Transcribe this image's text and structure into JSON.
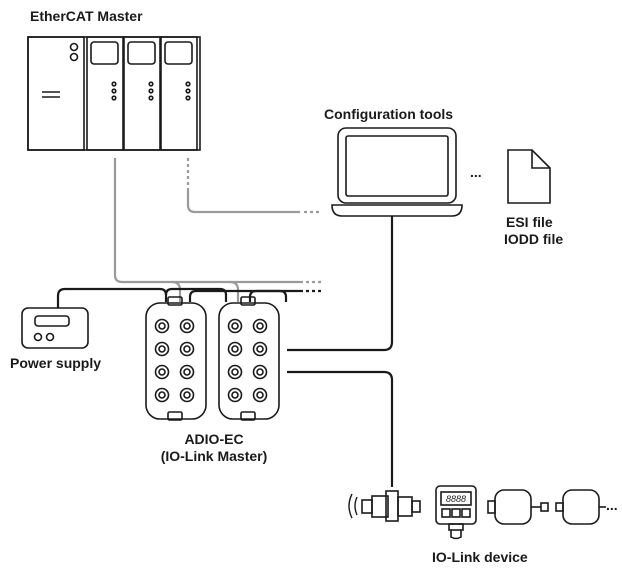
{
  "labels": {
    "ethercat_master": "EtherCAT Master",
    "config_tools": "Configuration tools",
    "esi_file": "ESI file",
    "iodd_file": "IODD file",
    "ellipsis_config": "...",
    "power_supply": "Power supply",
    "adio_line1": "ADIO-EC",
    "adio_line2": "(IO-Link Master)",
    "device_8888": "8888",
    "ellipsis_devices": "...",
    "iolink_device": "IO-Link device"
  },
  "colors": {
    "stroke": "#1a1a1a",
    "cable": "#9a9a9a",
    "background": "#ffffff"
  }
}
